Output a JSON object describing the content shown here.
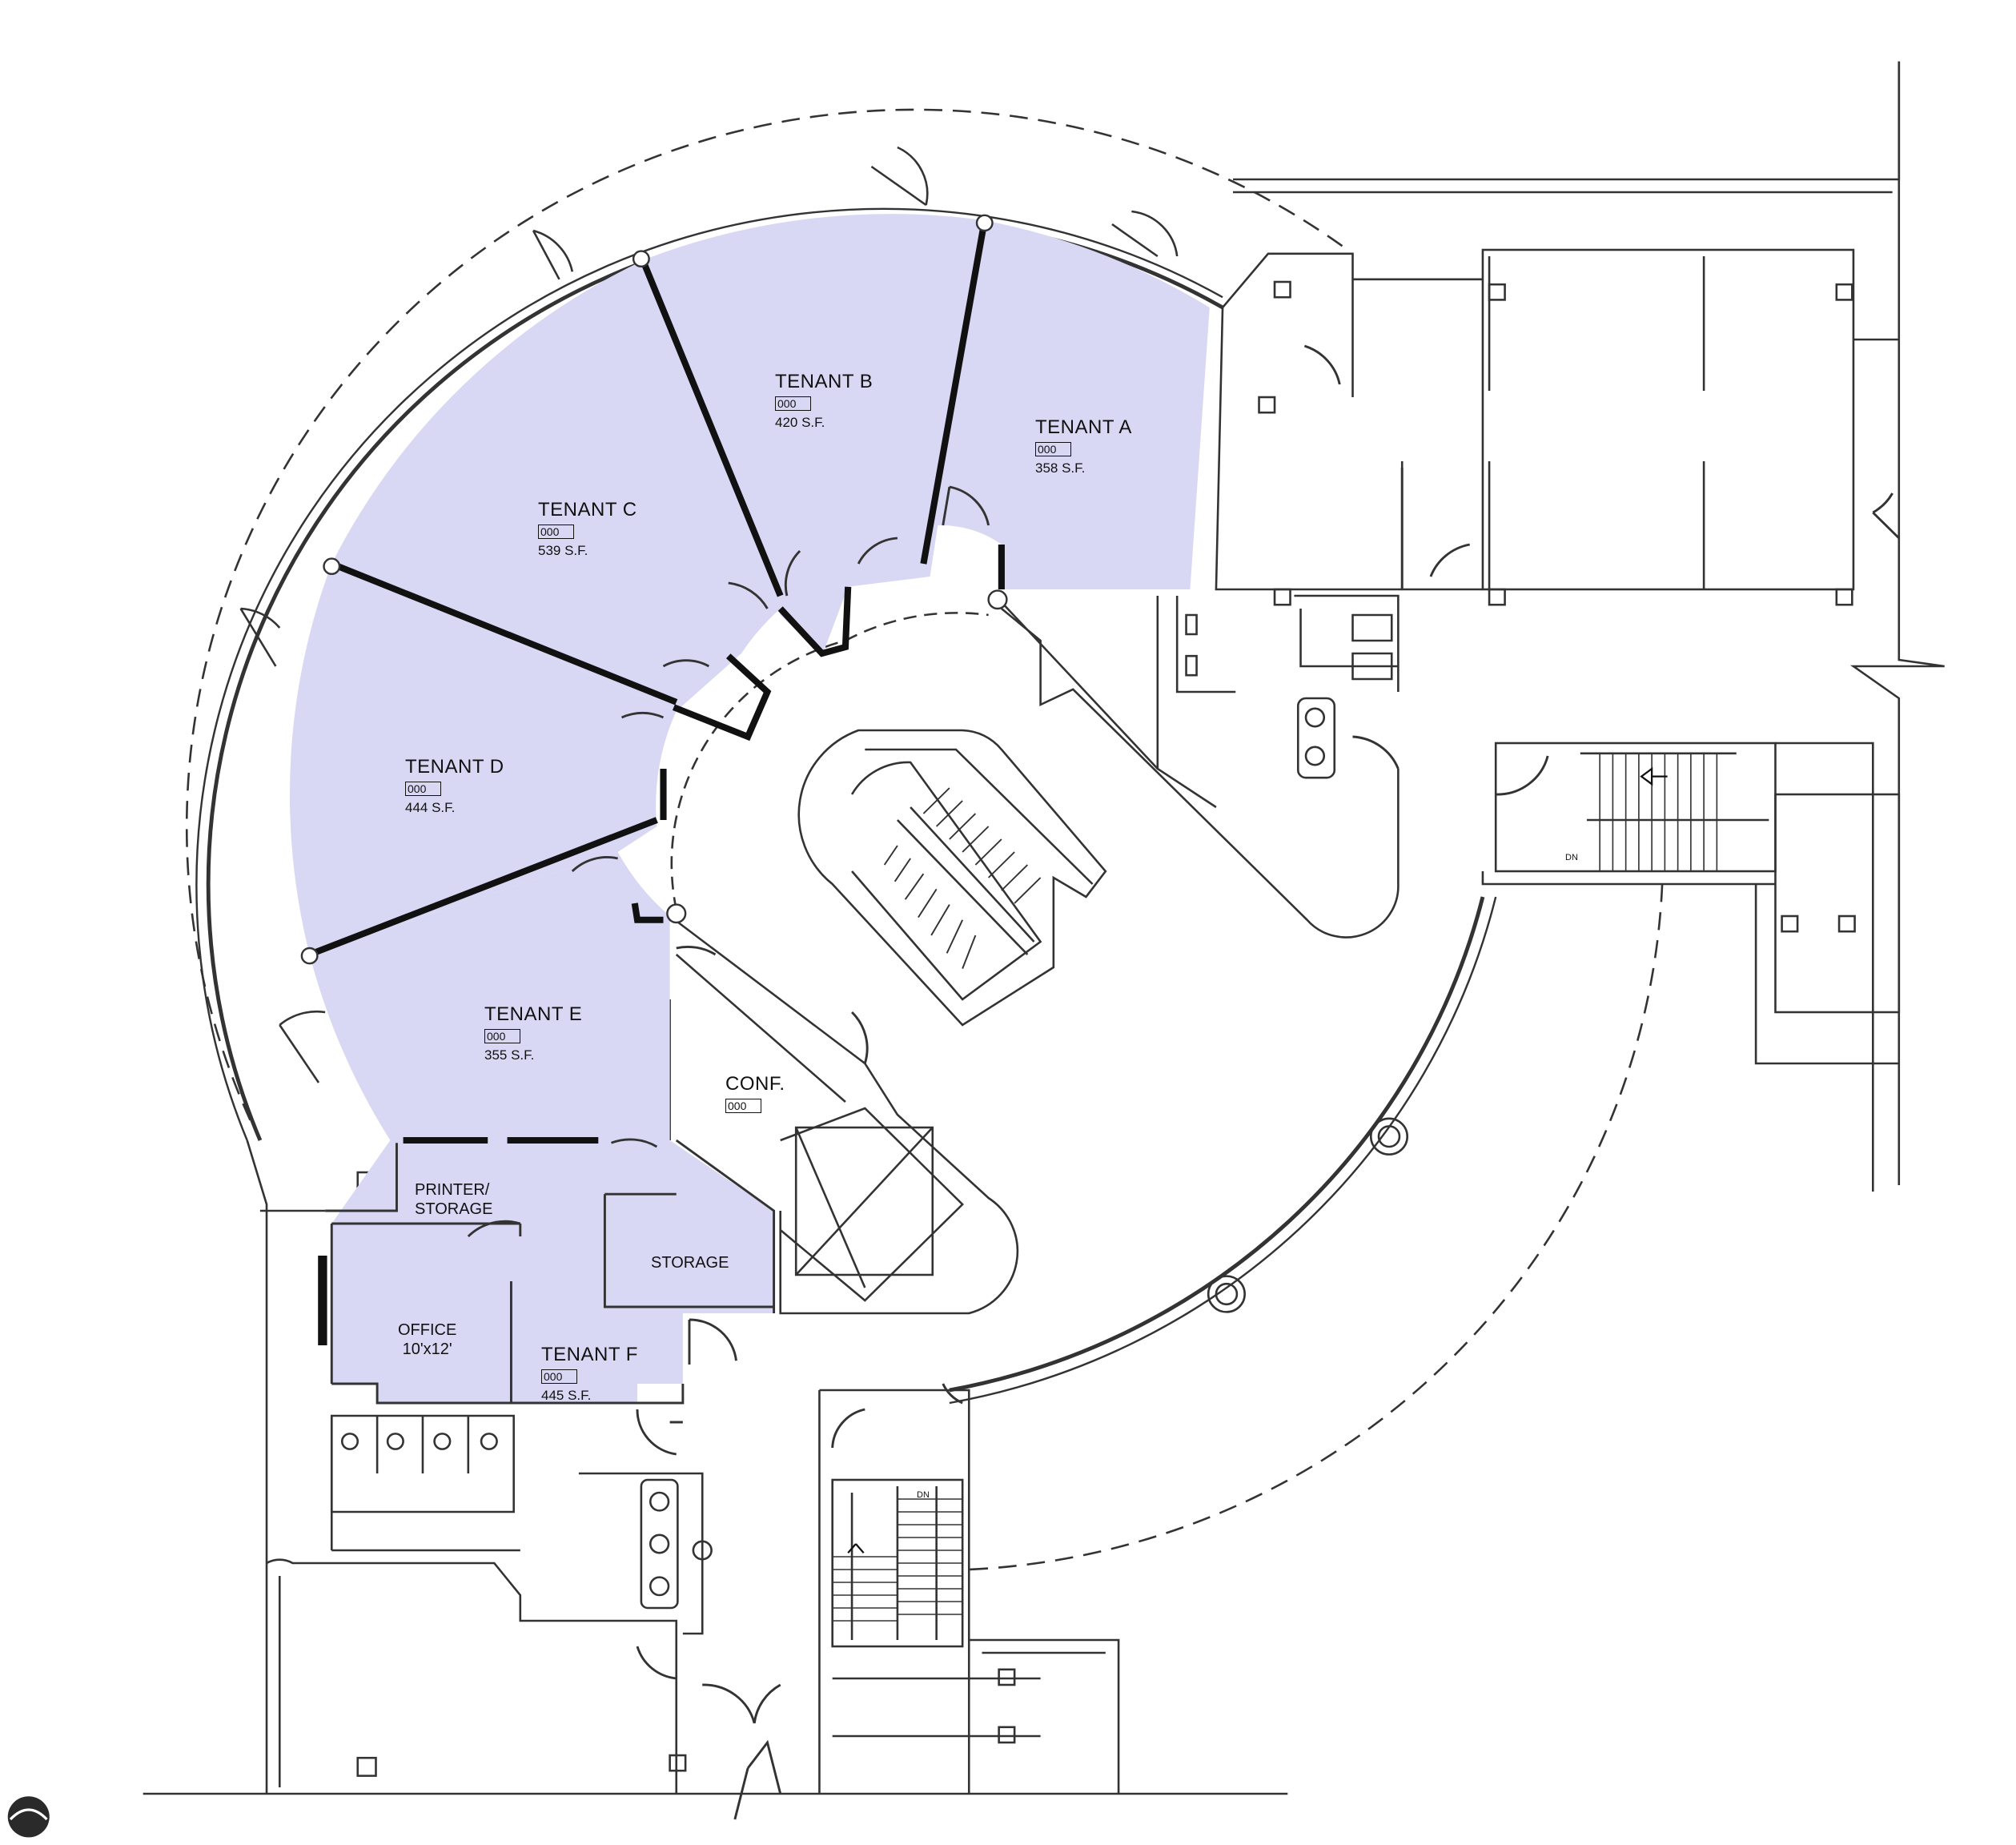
{
  "colors": {
    "tenant_fill": "#d8d8f4",
    "wall": "#333333",
    "thick_wall": "#111111",
    "background": "#ffffff"
  },
  "tenants": [
    {
      "name": "TENANT A",
      "number": "000",
      "area": "358 S.F."
    },
    {
      "name": "TENANT B",
      "number": "000",
      "area": "420 S.F."
    },
    {
      "name": "TENANT C",
      "number": "000",
      "area": "539 S.F."
    },
    {
      "name": "TENANT D",
      "number": "000",
      "area": "444 S.F."
    },
    {
      "name": "TENANT E",
      "number": "000",
      "area": "355 S.F."
    },
    {
      "name": "TENANT F",
      "number": "000",
      "area": "445 S.F."
    }
  ],
  "rooms": {
    "conf": {
      "name": "CONF.",
      "number": "000"
    },
    "printer_storage": {
      "line1": "PRINTER/",
      "line2": "STORAGE"
    },
    "storage": {
      "name": "STORAGE"
    },
    "office": {
      "name": "OFFICE",
      "size": "10'x12'"
    }
  },
  "stair_labels": {
    "east": "DN",
    "south": "DN"
  },
  "icons": [
    "logo-icon"
  ]
}
